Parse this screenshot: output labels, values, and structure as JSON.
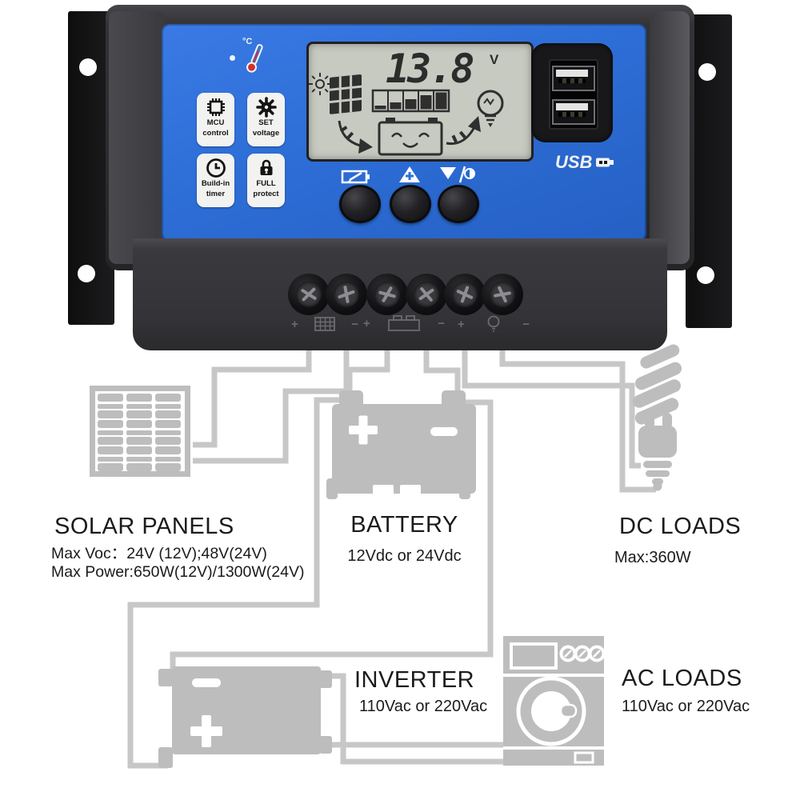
{
  "controller": {
    "temp_label": "°C",
    "lcd": {
      "voltage": "13.8",
      "unit": "V"
    },
    "badges": [
      {
        "icon": "mcu-chip-icon",
        "line1": "MCU",
        "line2": "control"
      },
      {
        "icon": "gear-icon",
        "line1": "SET",
        "line2": "voltage"
      },
      {
        "icon": "clock-icon",
        "line1": "Build-in",
        "line2": "timer"
      },
      {
        "icon": "padlock-icon",
        "line1": "FULL",
        "line2": "protect"
      }
    ],
    "button_icons": [
      "battery-select-icon",
      "up-plus-icon",
      "down-light-icon"
    ],
    "usb_label": "USB",
    "terminals": {
      "plus": "+",
      "minus": "−",
      "groups": [
        "solar-input",
        "battery",
        "dc-load"
      ]
    }
  },
  "diagram": {
    "solar_panels": {
      "title": "SOLAR PANELS",
      "spec1": "Max Voc：24V (12V);48V(24V)",
      "spec2": "Max Power:650W(12V)/1300W(24V)"
    },
    "battery": {
      "title": "BATTERY",
      "spec1": "12Vdc or 24Vdc"
    },
    "dc_loads": {
      "title": "DC LOADS",
      "spec1": "Max:360W"
    },
    "inverter": {
      "title": "INVERTER",
      "spec1": "110Vac or 220Vac"
    },
    "ac_loads": {
      "title": "AC LOADS",
      "spec1": "110Vac or 220Vac"
    }
  },
  "colors": {
    "panel_blue": "#2e6fd8",
    "case_dark": "#2c2c2f",
    "lcd_bg": "#c7cac1",
    "wire_gray": "#c7c7c7",
    "component_gray": "#bdbdbd"
  }
}
